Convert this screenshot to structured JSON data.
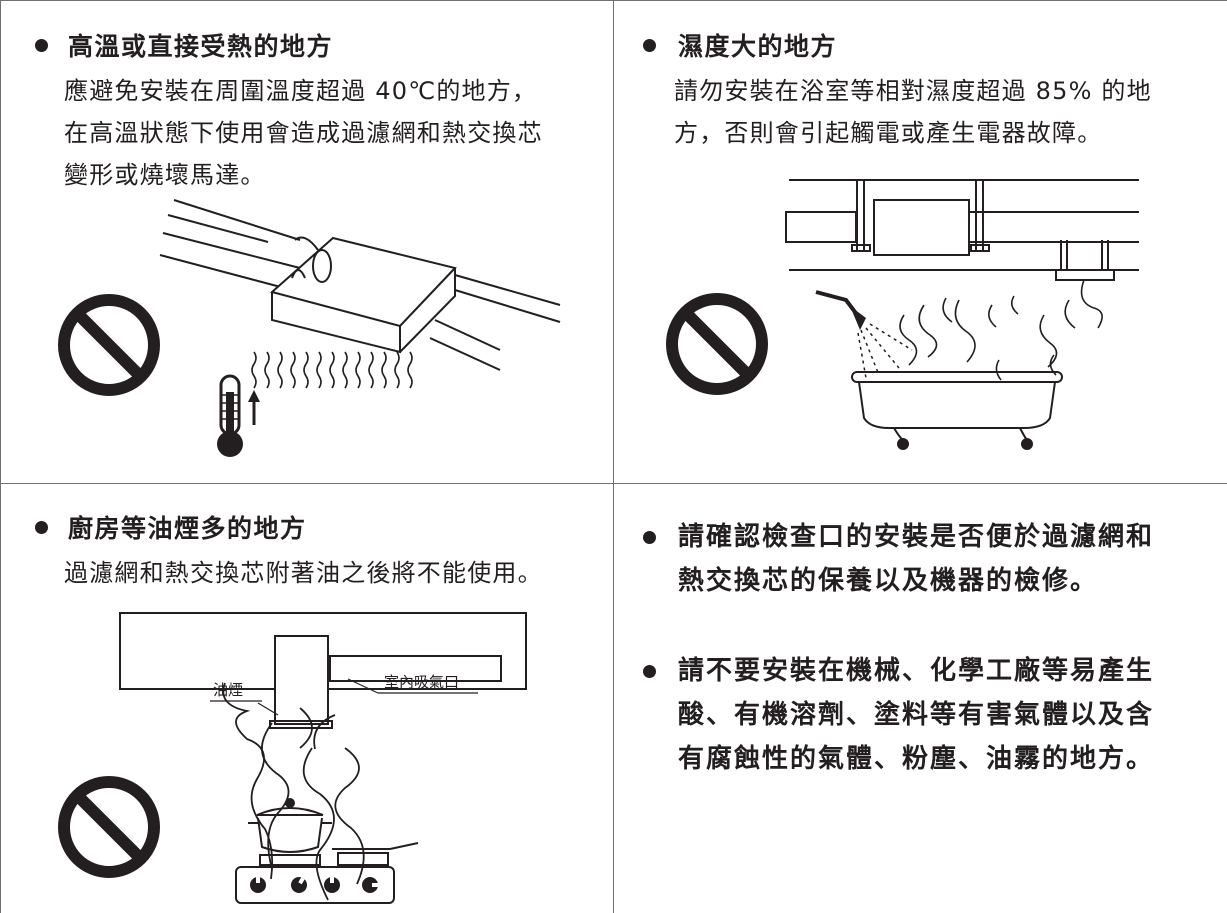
{
  "sections": {
    "high_temp": {
      "title": "高溫或直接受熱的地方",
      "lines": [
        "應避免安裝在周圍溫度超過 40℃的地方，",
        "在高溫狀態下使用會造成過濾網和熱交換芯",
        "變形或燒壞馬達。"
      ]
    },
    "humidity": {
      "title": "濕度大的地方",
      "lines": [
        "請勿安裝在浴室等相對濕度超過 85% 的地",
        "方，否則會引起觸電或產生電器故障。"
      ]
    },
    "kitchen": {
      "title": "廚房等油煙多的地方",
      "lines": [
        "過濾網和熱交換芯附著油之後將不能使用。"
      ],
      "labels": {
        "oil_smoke": "油煙",
        "indoor_intake": "室內吸氣口"
      }
    },
    "inspection": {
      "lines": [
        "請確認檢查口的安裝是否便於過濾網和",
        "熱交換芯的保養以及機器的檢修。"
      ]
    },
    "chemical": {
      "lines": [
        "請不要安裝在機械、化學工廠等易產生",
        "酸、有機溶劑、塗料等有害氣體以及含",
        "有腐蝕性的氣體、粉塵、油霧的地方。"
      ]
    }
  },
  "icons": [
    "prohibition-icon",
    "thermometer-icon",
    "shower-icon",
    "bathtub-icon",
    "pot-icon",
    "stove-icon"
  ],
  "colors": {
    "text": "#231f20",
    "grid": "#6f6f6f"
  }
}
